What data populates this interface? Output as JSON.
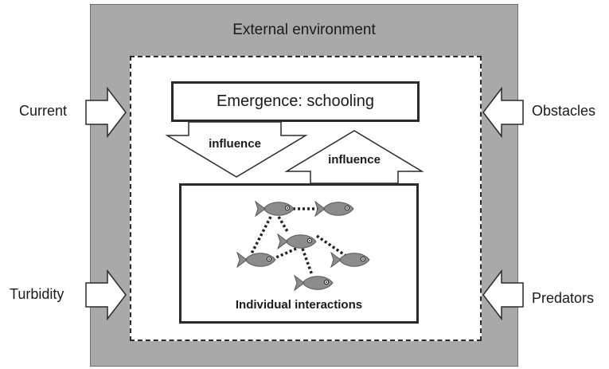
{
  "diagram": {
    "environment_label": "External environment",
    "emergence_label": "Emergence: schooling",
    "interactions_label": "Individual interactions",
    "influence_down_label": "influence",
    "influence_up_label": "influence",
    "external_factors": {
      "left": [
        "Current",
        "Turbidity"
      ],
      "right": [
        "Obstacles",
        "Predators"
      ]
    },
    "fish_count": 6,
    "colors": {
      "environment": "#a9a9a9",
      "fish": "#8c8c8c",
      "outline": "#2a2a2a"
    }
  }
}
